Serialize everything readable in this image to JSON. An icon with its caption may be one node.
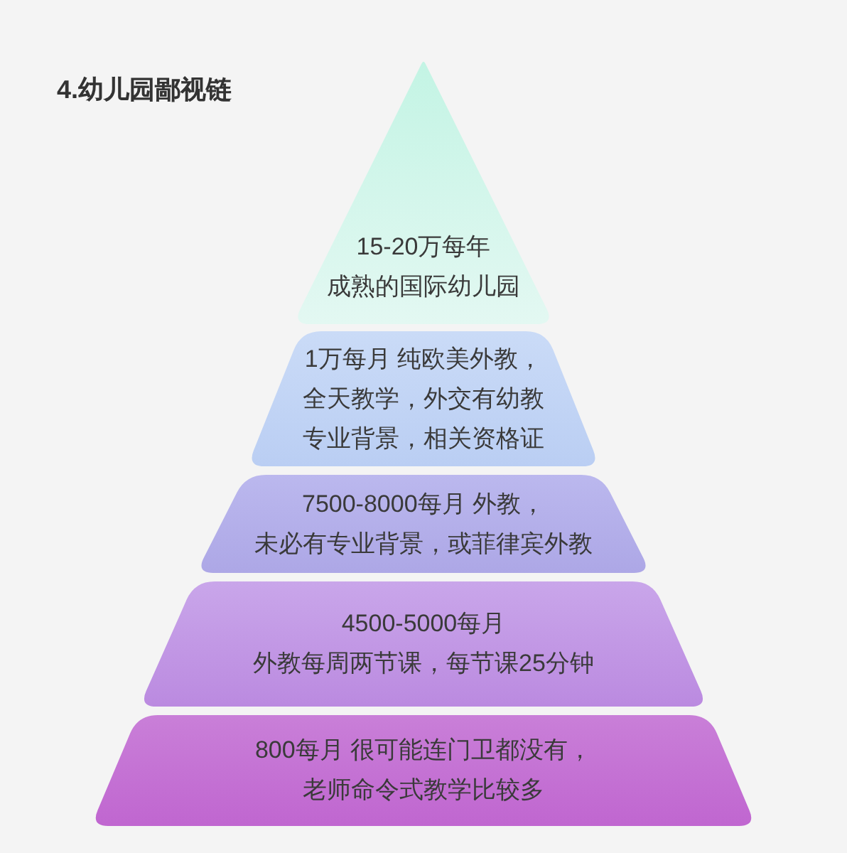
{
  "diagram": {
    "title": "4.幼儿园鄙视链",
    "nodes": [
      {
        "text": [
          "15-20万每年",
          "成熟的国际幼儿园"
        ]
      },
      {
        "text": [
          "1万每月 纯欧美外教，",
          "全天教学，外交有幼教专业背景，相关资格证"
        ]
      },
      {
        "text": [
          "7500-8000每月 外教，",
          "未必有专业背景，或菲律宾外教"
        ]
      },
      {
        "text": [
          "4500-5000每月",
          "外教每周两节课，每节课25分钟"
        ]
      },
      {
        "text": [
          "800每月 很可能连门卫都没有，",
          "老师命令式教学比较多"
        ]
      }
    ]
  }
}
